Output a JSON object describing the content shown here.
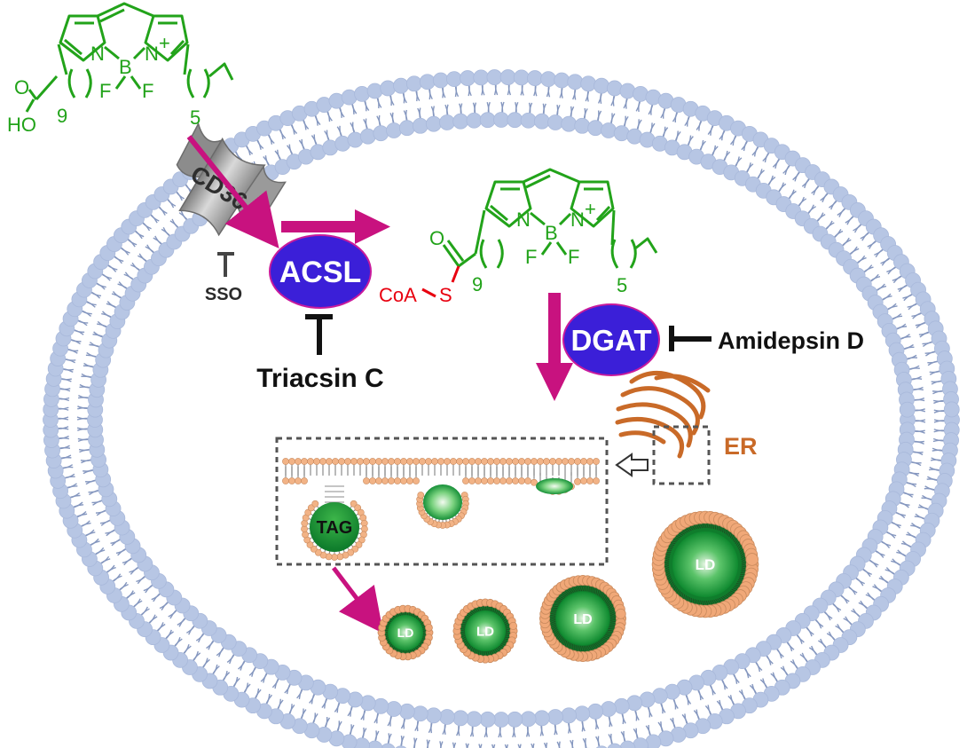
{
  "labels": {
    "cd36": "CD36",
    "sso": "SSO",
    "acsl": "ACSL",
    "triacsin": "Triacsin C",
    "dgat": "DGAT",
    "amidepsin": "Amidepsin D",
    "er": "ER",
    "tag": "TAG",
    "ld": "LD"
  },
  "molecule_top": {
    "n_left": "N",
    "b": "B",
    "n_right": "N",
    "charge": "+",
    "f1": "F",
    "f2": "F",
    "acid_o": "O",
    "acid_ho": "HO",
    "chain_left_count": "9",
    "chain_right_count": "5"
  },
  "molecule_coa": {
    "n_left": "N",
    "b": "B",
    "n_right": "N",
    "charge": "+",
    "f1": "F",
    "f2": "F",
    "thioester_o": "O",
    "coa": "CoA",
    "s": "S",
    "chain_left_count": "9",
    "chain_right_count": "5"
  },
  "colors": {
    "membrane_head": "#b7c6e4",
    "membrane_tail": "#8597bf",
    "arrow_magenta": "#c8127f",
    "enzyme_fill": "#3b1fd8",
    "enzyme_stroke": "#c81a9c",
    "dye_green": "#22a31a",
    "coa_red": "#e8000f",
    "er_orange": "#c96a28",
    "ld_shell": "#f0a878",
    "ld_core": "#1e9e3c"
  }
}
